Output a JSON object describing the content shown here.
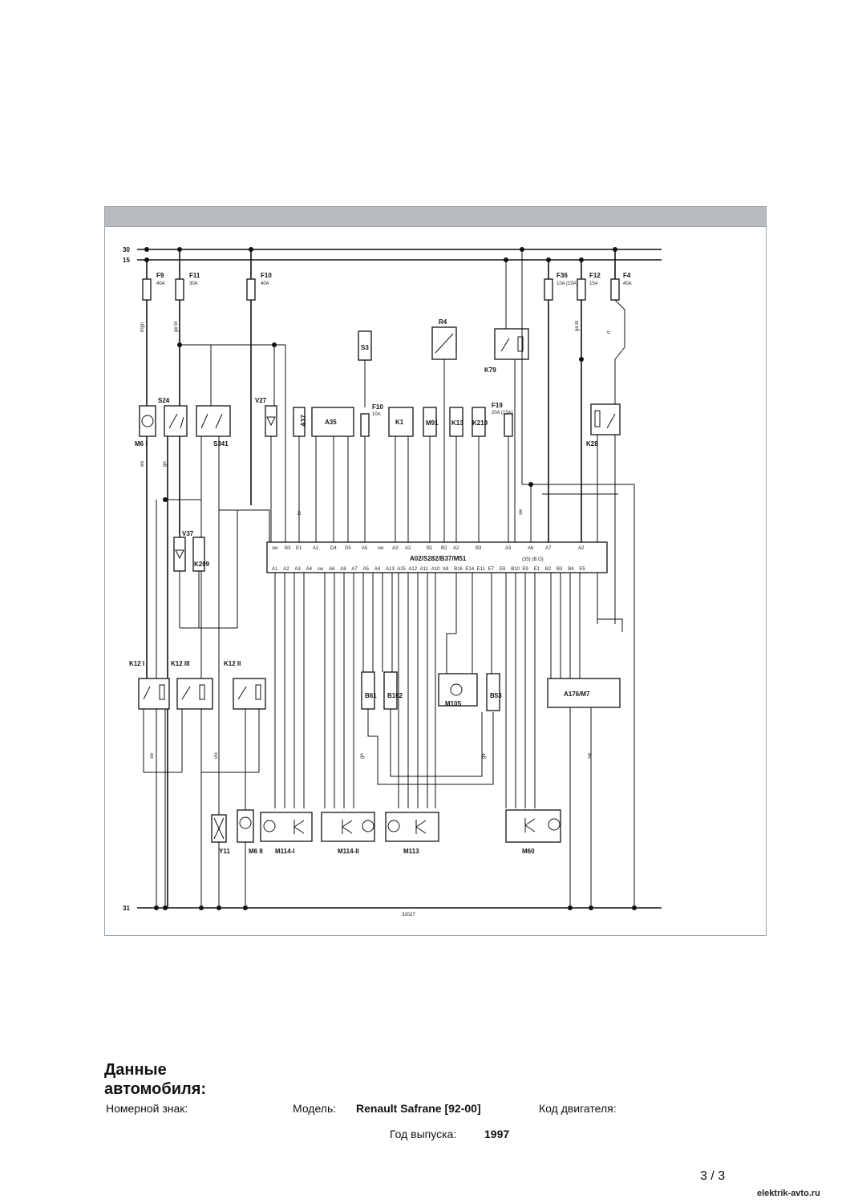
{
  "diagram": {
    "diagram_id": "32027",
    "rails": {
      "top1": "30",
      "top2": "15",
      "ground": "31"
    },
    "fuses": [
      {
        "id": "F9",
        "rating": "40A"
      },
      {
        "id": "F11",
        "rating": "30A"
      },
      {
        "id": "F10",
        "rating": "40A"
      },
      {
        "id": "F10",
        "rating": "10A"
      },
      {
        "id": "F19",
        "rating": "20A (15A)"
      },
      {
        "id": "F36",
        "rating": "10A (15A)"
      },
      {
        "id": "F12",
        "rating": "15A"
      },
      {
        "id": "F4",
        "rating": "40A"
      }
    ],
    "components": {
      "m6_1": "M6 I",
      "s24": "S24",
      "s341": "S341",
      "v27_top": "V27",
      "a37": "A37",
      "a35": "A35",
      "s3": "S3",
      "k1": "K1",
      "m91": "M91",
      "r4": "R4",
      "k13": "K13",
      "k219": "K219",
      "k79": "K79",
      "k28": "K28",
      "ecu": "A02/S282/B37/M51",
      "ecu_sub": "(35) (B.O)",
      "v37": "V37",
      "k209": "K209",
      "k12_1": "K12 I",
      "k12_3": "K12 III",
      "k12_2": "K12 II",
      "b61": "B61",
      "b162": "B162",
      "m105": "M105",
      "b53": "B53",
      "a176": "A176/M7",
      "y11": "Y11",
      "m6_2": "M6 II",
      "m114_1": "M114-I",
      "m114_2": "M114-II",
      "m113": "M113",
      "m60": "M60"
    },
    "ecu_top_pins": [
      "sw",
      "B3",
      "E1",
      "A1",
      "D4",
      "D5",
      "A5",
      "sw",
      "A3",
      "A2",
      "B1",
      "B2",
      "A2",
      "B3",
      "A3",
      "A6",
      "A7",
      "A2"
    ],
    "ecu_bottom_pins": [
      "A1",
      "A2",
      "A3",
      "A4",
      "sw",
      "A6",
      "A8",
      "A7",
      "A5",
      "A4",
      "A13",
      "A15",
      "A12",
      "A11",
      "A10",
      "A9",
      "B16",
      "E14",
      "E11",
      "E7",
      "E8",
      "B10",
      "E9",
      "E1",
      "B2",
      "B3",
      "B4",
      "E5"
    ],
    "wire_colors": [
      "rt/gn",
      "ge bl",
      "bl",
      "rt",
      "ws",
      "gn",
      "br",
      "sw",
      "ge",
      "vio"
    ]
  },
  "vehicle": {
    "title": "Данные автомобиля:",
    "plate_label": "Номерной знак:",
    "model_label": "Модель:",
    "model_value": "Renault  Safrane [92-00]",
    "engine_label": "Код двигателя:",
    "year_label": "Год  выпуска:",
    "year_value": "1997"
  },
  "footer": {
    "page": "3 / 3",
    "watermark": "elektrik-avto.ru"
  }
}
